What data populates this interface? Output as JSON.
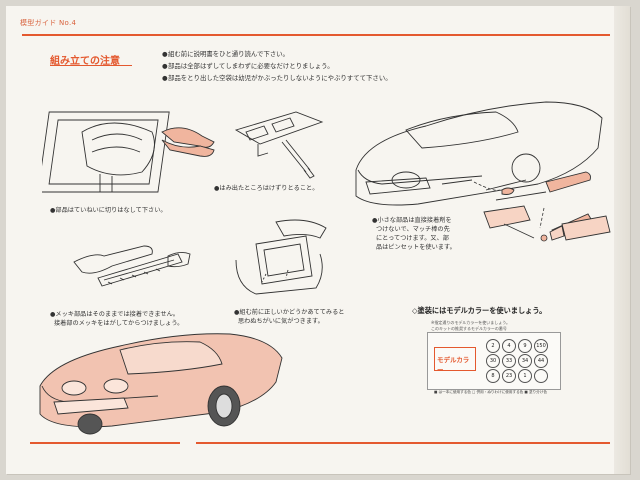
{
  "header": {
    "text": "模型ガイド No.4"
  },
  "section": {
    "title": "組み立ての注意"
  },
  "intro_notes": [
    "組む前に説明書をひと通り読んで下さい。",
    "部品は全部はずしてしまわずに必要なだけとりましょう。",
    "部品をとり出した空袋は幼児がかぶったりしないようにやぶりすてて下さい。"
  ],
  "captions": {
    "trim_excess": "はみ出たところはけずりとること。",
    "cut_carefully": "部品はていねいに切りはなして下さい。",
    "small_parts": [
      "小さな部品は直接接着剤を",
      "つけないで、マッチ棒の先",
      "にとってつけます。又、部",
      "品はピンセットを使います。"
    ],
    "chrome_parts": [
      "メッキ部品はそのままでは接着できません。",
      "接着部のメッキをはがしてからつけましょう。"
    ],
    "test_fit": [
      "組む前に正しいかどうかあててみると",
      "思わぬちがいに気がつきます。"
    ]
  },
  "paint": {
    "title": "塗装にはモデルカラーを使いましょう。",
    "sub1": "※指定通りのモデルカラーを使いましょう。",
    "sub2": "このキットの推奨するモデルカラーの番号",
    "logo": "モデルカラー",
    "numbers": [
      "2",
      "4",
      "9",
      "150",
      "30",
      "33",
      "34",
      "44",
      "8",
      "23",
      "1",
      ""
    ],
    "legend": "■ は一本に使用する色  □ 併用・ぬりわけに使用する色  ■ 塗り分け色"
  },
  "colors": {
    "accent": "#e4592f",
    "car": "#f2c3b1"
  }
}
